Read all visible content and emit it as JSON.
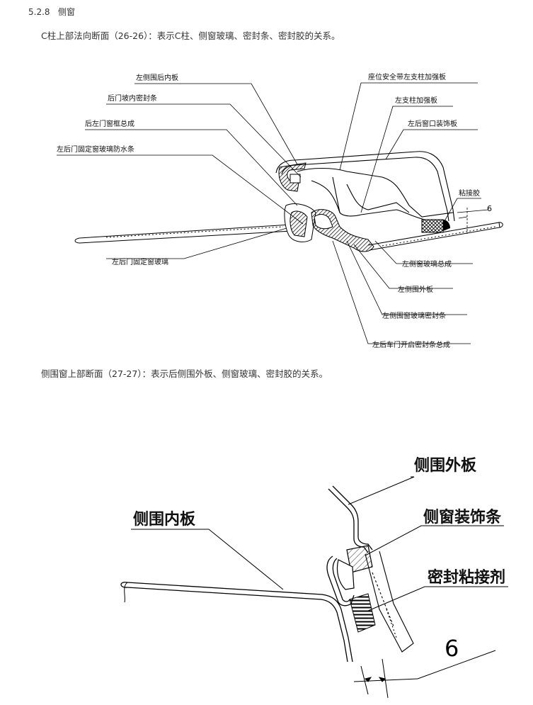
{
  "section": {
    "number": "5.2.8",
    "title": "侧窗"
  },
  "caption1": "C柱上部法向断面（26-26）：表示C柱、侧窗玻璃、密封条、密封胶的关系。",
  "caption2": "侧围窗上部断面（27-27）：表示后侧围外板、侧窗玻璃、密封胶的关系。",
  "figure1": {
    "labels": {
      "inner_panel": "左侧围后内板",
      "door_inner_seal": "后门坡内密封条",
      "window_frame": "后左门窗框总成",
      "fixed_glass_seal": "左后门固定窗玻璃防水条",
      "seatbelt_reinf": "座位安全带左支柱加强板",
      "pillar_reinf": "左支柱加强板",
      "trim_panel": "左后窗口装饰板",
      "adhesive": "粘接胶",
      "fixed_glass": "左后门固定窗玻璃",
      "side_glass": "左侧窗玻璃总成",
      "outer_panel": "左侧围外板",
      "glass_seal": "左侧围窗玻璃密封条",
      "door_opening_seal": "左后车门开启密封条总成"
    },
    "dimension": "6"
  },
  "figure2": {
    "labels": {
      "outer_panel": "侧围外板",
      "inner_panel": "侧围内板",
      "trim_strip": "侧窗装饰条",
      "sealant": "密封粘接剂"
    },
    "dimension": "6"
  }
}
